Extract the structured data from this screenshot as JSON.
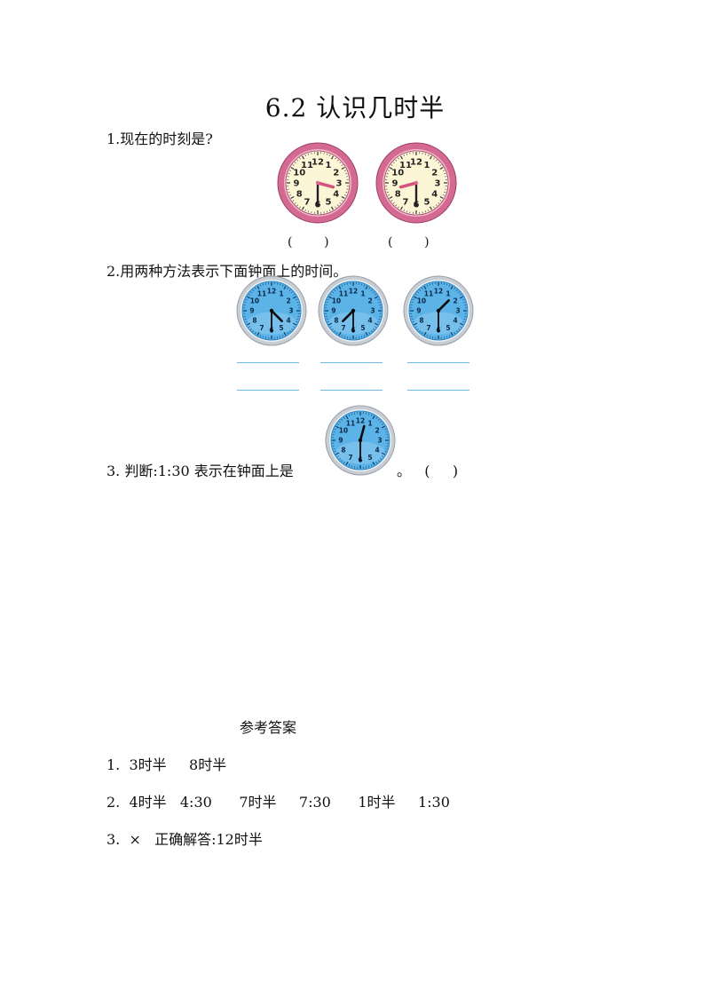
{
  "title": "6.2 认识几时半",
  "questions": {
    "q1": "1.现在的时刻是?",
    "q1_blank_1": "(        )",
    "q1_blank_2": "(        )",
    "q2": "2.用两种方法表示下面钟面上的时间。",
    "q3_prefix": "3.  判断:1:30 表示在钟面上是",
    "q3_suffix": "。   (     )"
  },
  "clocks": {
    "q1": [
      {
        "hour": 3,
        "minute": 30
      },
      {
        "hour": 8,
        "minute": 30
      }
    ],
    "q2": [
      {
        "hour": 4,
        "minute": 30
      },
      {
        "hour": 7,
        "minute": 30
      },
      {
        "hour": 1,
        "minute": 30
      }
    ],
    "q3": [
      {
        "hour": 12,
        "minute": 30
      }
    ],
    "dial_numbers": [
      "12",
      "1",
      "2",
      "3",
      "4",
      "5",
      "6",
      "7",
      "8",
      "9",
      "10",
      "11"
    ]
  },
  "answers": {
    "title": "参考答案",
    "a1": "1.  3时半     8时半",
    "a2": "2.  4时半   4:30      7时半     7:30      1时半     1:30",
    "a3": "3.  ×   正确解答:12时半"
  },
  "colors": {
    "pink_rim": "#d46a92",
    "pink_face": "#fdf6d6",
    "blue_rim": "#c8ccd3",
    "blue_face": "#5bb3e8",
    "answer_line": "#6fb8e8"
  }
}
